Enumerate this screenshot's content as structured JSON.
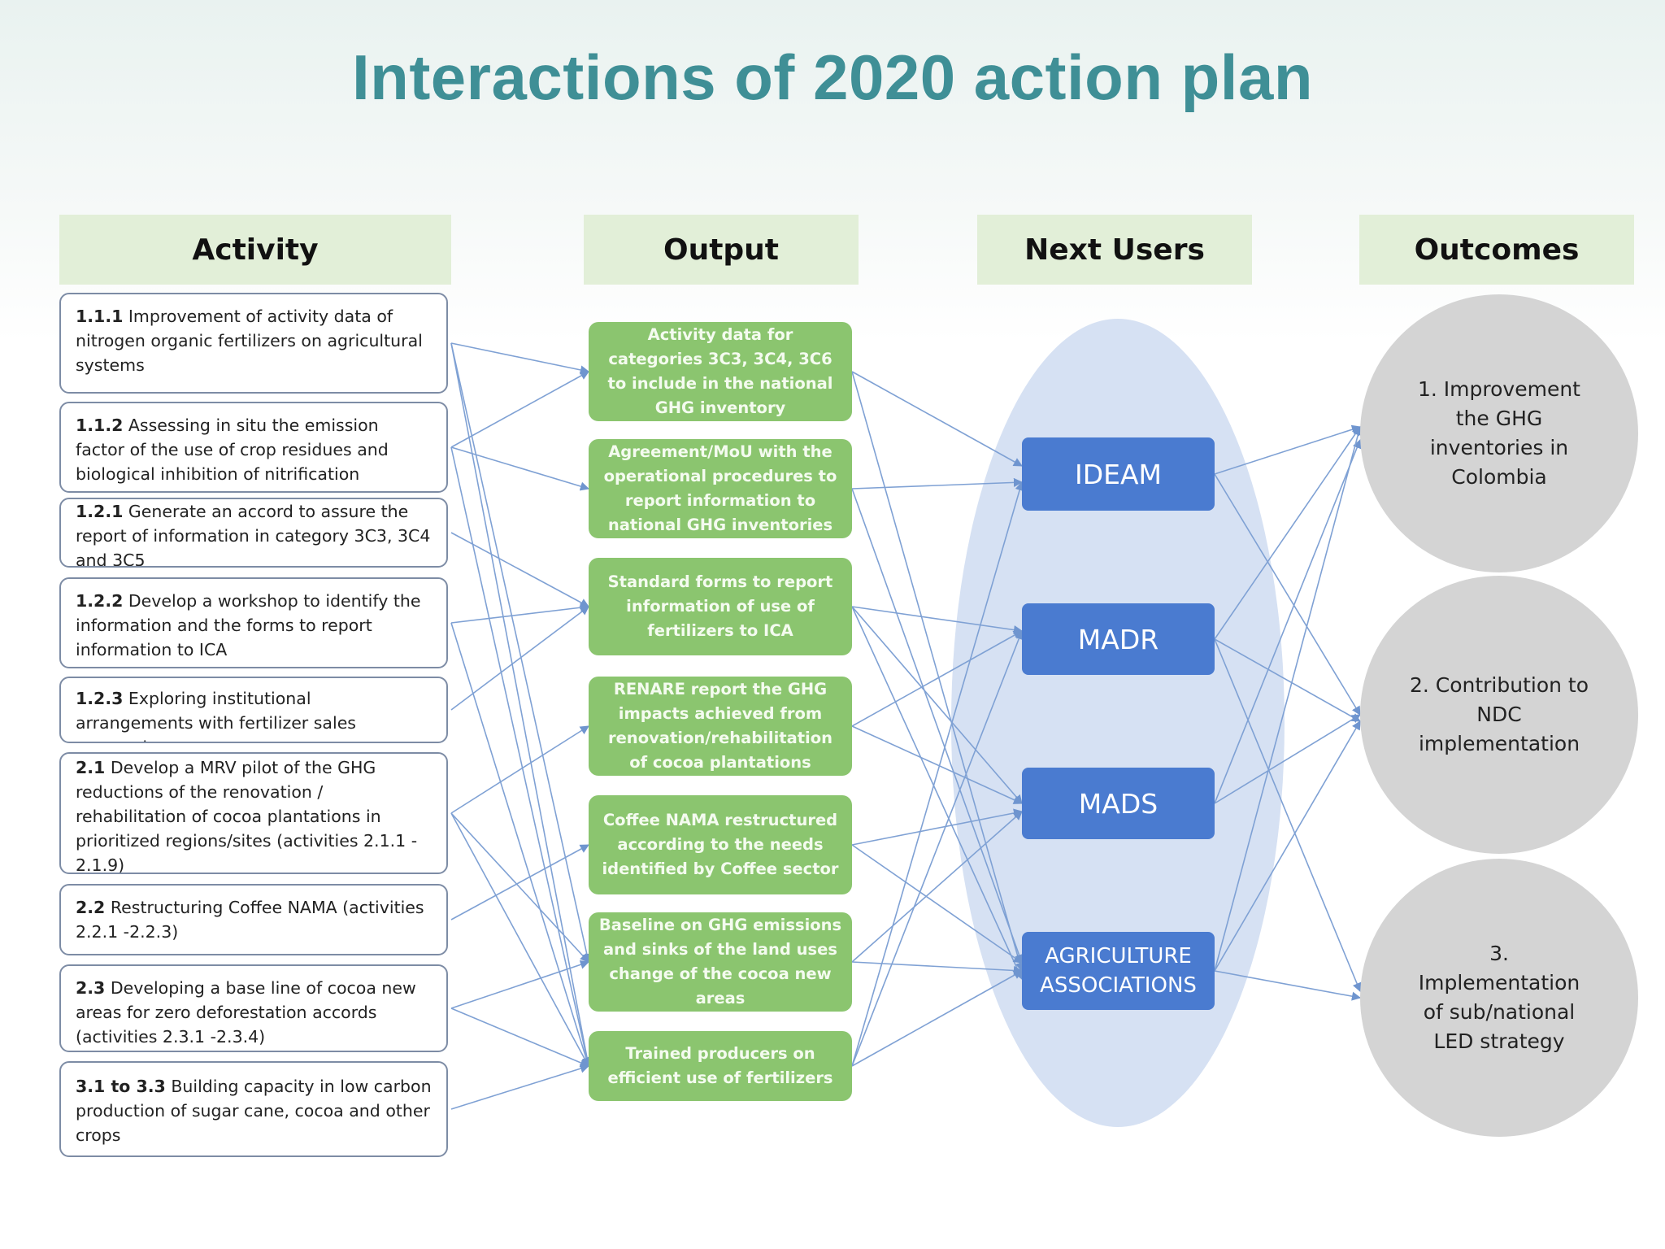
{
  "title": "Interactions of 2020 action plan",
  "headers": {
    "activity": "Activity",
    "output": "Output",
    "next_users": "Next Users",
    "outcomes": "Outcomes"
  },
  "activities": [
    {
      "code": "1.1.1",
      "text": " Improvement of activity data of nitrogen organic fertilizers on agricultural systems"
    },
    {
      "code": "1.1.2",
      "text": " Assessing in situ the emission factor of the use of crop residues and biological inhibition of nitrification"
    },
    {
      "code": "1.2.1",
      "text": " Generate an accord to assure the report of information in category 3C3, 3C4 and 3C5"
    },
    {
      "code": "1.2.2",
      "text": " Develop a workshop to identify the information and the forms to report information to ICA"
    },
    {
      "code": "1.2.3",
      "text": " Exploring institutional arrangements with fertilizer sales companies"
    },
    {
      "code": "2.1",
      "text": " Develop a MRV pilot of the GHG reductions of the renovation / rehabilitation of cocoa plantations in prioritized regions/sites (activities 2.1.1 - 2.1.9)"
    },
    {
      "code": "2.2",
      "text": " Restructuring Coffee NAMA (activities 2.2.1 -2.2.3)"
    },
    {
      "code": "2.3",
      "text": " Developing a base line of cocoa new areas for zero deforestation accords (activities 2.3.1 -2.3.4)"
    },
    {
      "code": "3.1  to 3.3",
      "text": " Building capacity in low carbon production of sugar cane, cocoa and other crops"
    }
  ],
  "outputs": [
    "Activity data for categories 3C3, 3C4, 3C6 to include in the national GHG inventory",
    "Agreement/MoU with the operational procedures to report information to national GHG inventories",
    "Standard forms to report information of use of fertilizers to ICA",
    "RENARE report the GHG impacts achieved from renovation/rehabilitation of cocoa plantations",
    "Coffee NAMA restructured according to the needs identified by Coffee sector",
    "Baseline on GHG emissions and sinks of the land uses change of the cocoa new areas",
    "Trained producers on efficient use of fertilizers"
  ],
  "next_users": [
    "IDEAM",
    "MADR",
    "MADS",
    "AGRICULTURE ASSOCIATIONS"
  ],
  "outcomes": [
    "1. Improvement the GHG inventories in Colombia",
    "2. Contribution to NDC implementation",
    "3. Implementation of sub/national LED strategy"
  ],
  "colors": {
    "title": "#3f8f96",
    "header_bg": "#e2efd8",
    "output_bg": "#8bc56f",
    "user_bg": "#4a7bd0",
    "users_ellipse": "#d6e1f3",
    "outcome_bg": "#d4d4d4",
    "link": "#7fa1d4"
  }
}
